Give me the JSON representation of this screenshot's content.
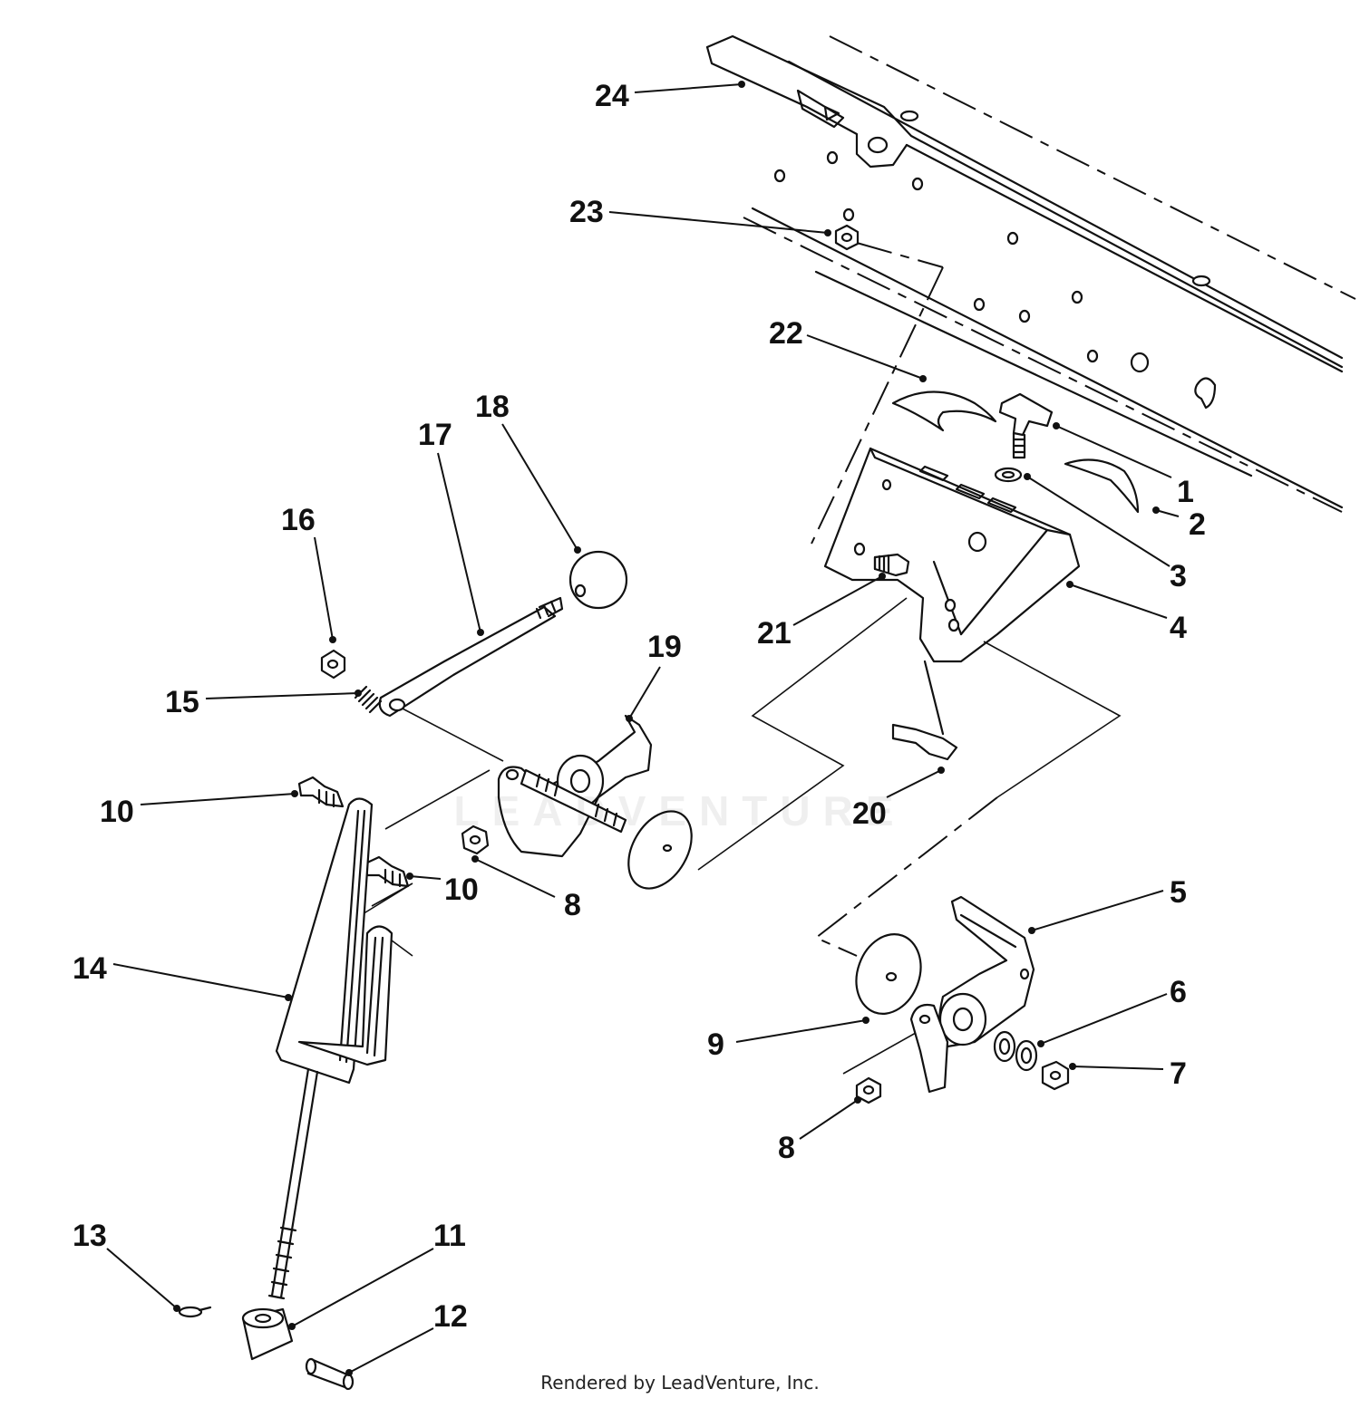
{
  "diagram": {
    "footer": "Rendered by LeadVenture, Inc.",
    "watermark_text": "LEADVENTURE",
    "callouts": [
      {
        "id": "c24",
        "label": "24"
      },
      {
        "id": "c23",
        "label": "23"
      },
      {
        "id": "c22",
        "label": "22"
      },
      {
        "id": "c1",
        "label": "1"
      },
      {
        "id": "c2",
        "label": "2"
      },
      {
        "id": "c3",
        "label": "3"
      },
      {
        "id": "c4",
        "label": "4"
      },
      {
        "id": "c21",
        "label": "21"
      },
      {
        "id": "c20",
        "label": "20"
      },
      {
        "id": "c18",
        "label": "18"
      },
      {
        "id": "c17",
        "label": "17"
      },
      {
        "id": "c16",
        "label": "16"
      },
      {
        "id": "c15",
        "label": "15"
      },
      {
        "id": "c19",
        "label": "19"
      },
      {
        "id": "c10a",
        "label": "10"
      },
      {
        "id": "c10b",
        "label": "10"
      },
      {
        "id": "c8a",
        "label": "8"
      },
      {
        "id": "c14",
        "label": "14"
      },
      {
        "id": "c5",
        "label": "5"
      },
      {
        "id": "c6",
        "label": "6"
      },
      {
        "id": "c7",
        "label": "7"
      },
      {
        "id": "c9",
        "label": "9"
      },
      {
        "id": "c8b",
        "label": "8"
      },
      {
        "id": "c13",
        "label": "13"
      },
      {
        "id": "c11",
        "label": "11"
      },
      {
        "id": "c12",
        "label": "12"
      }
    ]
  }
}
